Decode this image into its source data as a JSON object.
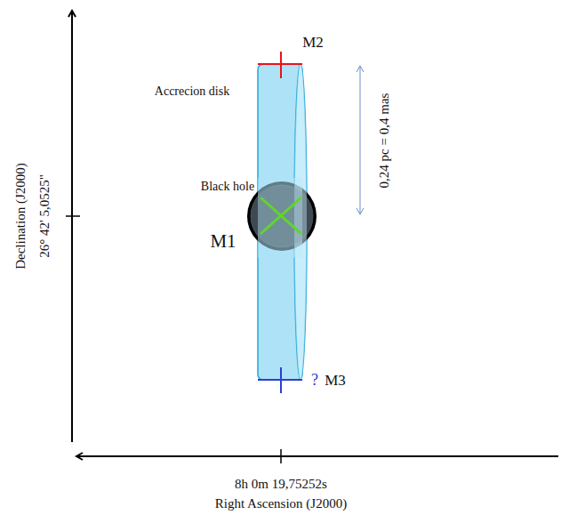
{
  "diagram": {
    "labels": [
      "Declination (J2000)",
      "26° 42' 5,0525\"",
      "8h 0m 19,75252s",
      "Right Ascension (J2000)",
      "M2",
      "Accrecion disk",
      "Black hole",
      "M1",
      "?",
      "M3",
      "0,24 pc = 0,4 mas"
    ]
  }
}
